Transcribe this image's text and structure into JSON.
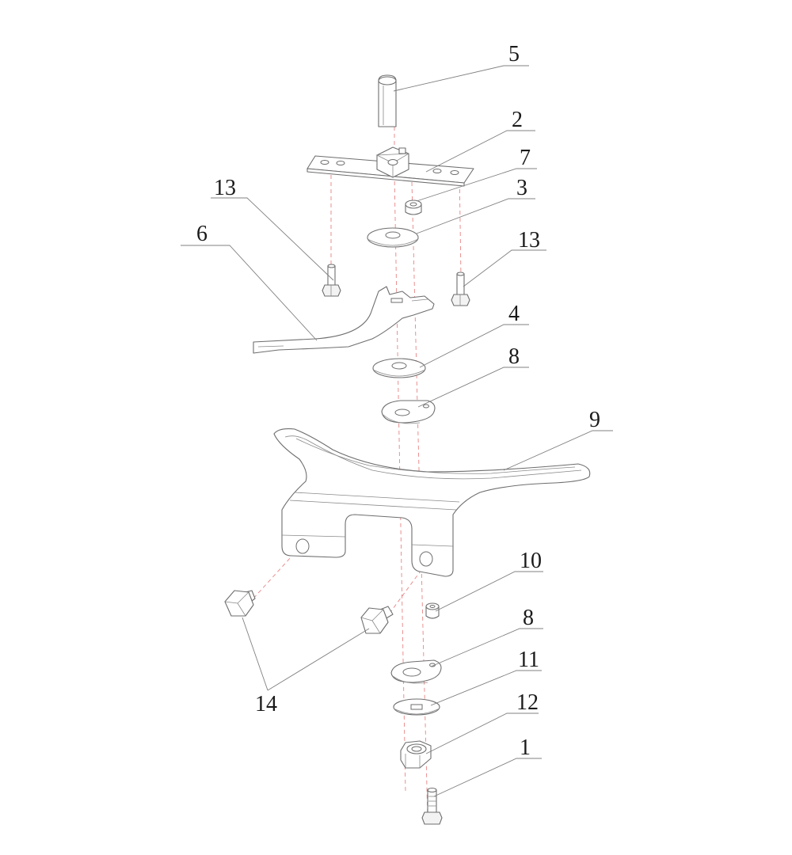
{
  "callouts": [
    {
      "id": "5",
      "label": "5"
    },
    {
      "id": "2",
      "label": "2"
    },
    {
      "id": "7",
      "label": "7"
    },
    {
      "id": "3",
      "label": "3"
    },
    {
      "id": "13a",
      "label": "13"
    },
    {
      "id": "13b",
      "label": "13"
    },
    {
      "id": "6",
      "label": "6"
    },
    {
      "id": "4",
      "label": "4"
    },
    {
      "id": "8a",
      "label": "8"
    },
    {
      "id": "9",
      "label": "9"
    },
    {
      "id": "10",
      "label": "10"
    },
    {
      "id": "8b",
      "label": "8"
    },
    {
      "id": "11",
      "label": "11"
    },
    {
      "id": "14",
      "label": "14"
    },
    {
      "id": "12",
      "label": "12"
    },
    {
      "id": "1",
      "label": "1"
    }
  ],
  "colors": {
    "line": "#6e6e6e",
    "axis": "#e05a5a",
    "text": "#1a1a1a"
  }
}
